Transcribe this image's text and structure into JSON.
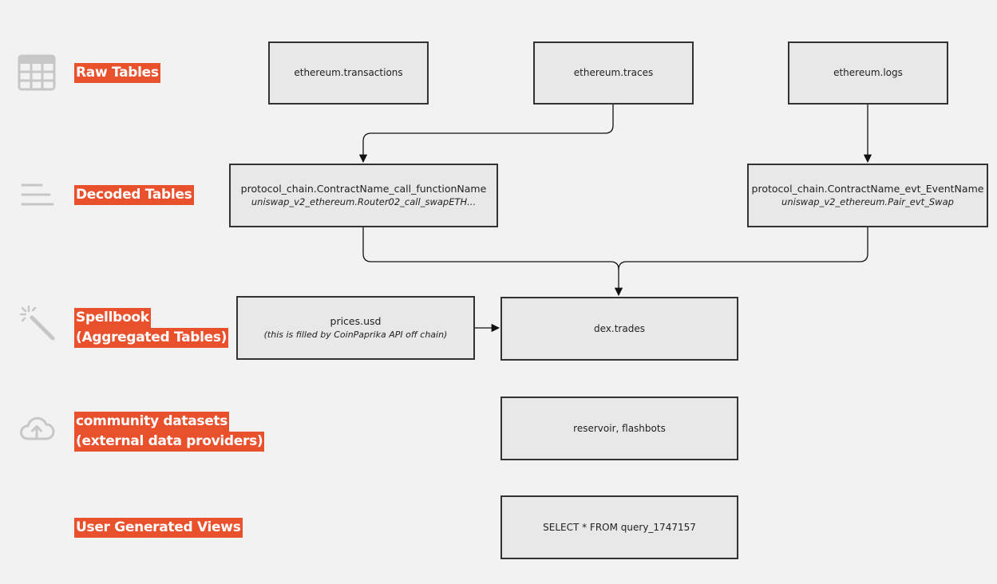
{
  "layers": [
    {
      "icon": "table-grid-icon",
      "label_lines": [
        "Raw Tables"
      ]
    },
    {
      "icon": "text-lines-icon",
      "label_lines": [
        "Decoded Tables"
      ]
    },
    {
      "icon": "magic-wand-icon",
      "label_lines": [
        "Spellbook",
        "(Aggregated Tables)"
      ]
    },
    {
      "icon": "cloud-upload-icon",
      "label_lines": [
        "community datasets",
        "(external data providers)"
      ]
    },
    {
      "icon": "",
      "label_lines": [
        "User Generated Views"
      ]
    }
  ],
  "nodes": {
    "eth_transactions": {
      "title": "ethereum.transactions"
    },
    "eth_traces": {
      "title": "ethereum.traces"
    },
    "eth_logs": {
      "title": "ethereum.logs"
    },
    "decoded_call": {
      "title": "protocol_chain.ContractName_call_functionName",
      "subtitle": "uniswap_v2_ethereum.Router02_call_swapETH..."
    },
    "decoded_evt": {
      "title": "protocol_chain.ContractName_evt_EventName",
      "subtitle": "uniswap_v2_ethereum.Pair_evt_Swap"
    },
    "prices_usd": {
      "title": "prices.usd",
      "subtitle": "(this is filled by CoinPaprika API off chain)"
    },
    "dex_trades": {
      "title": "dex.trades"
    },
    "community": {
      "title": "reservoir, flashbots"
    },
    "user_view": {
      "title": "SELECT * FROM query_1747157"
    }
  },
  "colors": {
    "label_bg": "#e9502c",
    "label_text": "#ffffff",
    "box_bg": "#e8e8e8",
    "box_border": "#333333",
    "icon": "#c7c7c7",
    "canvas": "#f2f2f2"
  }
}
